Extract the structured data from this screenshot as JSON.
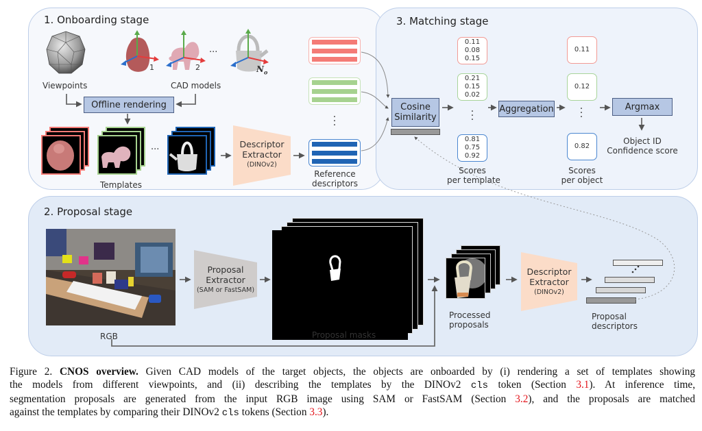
{
  "stages": {
    "onboarding": {
      "title": "1. Onboarding stage",
      "viewpoints_label": "Viewpoints",
      "cad_models_label": "CAD models",
      "cad_indices": [
        "1",
        "2",
        "N"
      ],
      "cad_index_subscript": "o",
      "ellipsis": "···",
      "offline_rendering": "Offline rendering",
      "templates_label": "Templates",
      "descriptor_extractor": {
        "line1": "Descriptor",
        "line2": "Extractor",
        "sub": "(DINOv2)"
      },
      "reference_descriptors": {
        "line1": "Reference",
        "line2": "descriptors"
      }
    },
    "matching": {
      "title": "3. Matching stage",
      "cosine_similarity": {
        "line1": "Cosine",
        "line2": "Similarity"
      },
      "scores_per_template": {
        "label_line1": "Scores",
        "label_line2": "per template",
        "groups": [
          {
            "color": "#f29a94",
            "values": [
              "0.11",
              "0.08",
              "0.15"
            ]
          },
          {
            "color": "#a8d49a",
            "values": [
              "0.21",
              "0.15",
              "0.02"
            ]
          },
          {
            "color": "#4a86d0",
            "values": [
              "0.81",
              "0.75",
              "0.92"
            ]
          }
        ]
      },
      "aggregation": "Aggregation",
      "scores_per_object": {
        "label_line1": "Scores",
        "label_line2": "per object",
        "groups": [
          {
            "color": "#f29a94",
            "value": "0.11"
          },
          {
            "color": "#a8d49a",
            "value": "0.12"
          },
          {
            "color": "#4a86d0",
            "value": "0.82"
          }
        ]
      },
      "argmax": "Argmax",
      "output": {
        "line1": "Object ID",
        "line2": "Confidence score"
      }
    },
    "proposal": {
      "title": "2. Proposal stage",
      "rgb_label": "RGB",
      "proposal_extractor": {
        "line1": "Proposal",
        "line2": "Extractor",
        "sub": "(SAM or FastSAM)"
      },
      "proposal_masks_label": "Proposal masks",
      "processed_proposals": {
        "line1": "Processed",
        "line2": "proposals"
      },
      "descriptor_extractor": {
        "line1": "Descriptor",
        "line2": "Extractor",
        "sub": "(DINOv2)"
      },
      "proposal_descriptors": {
        "line1": "Proposal",
        "line2": "descriptors"
      }
    }
  },
  "colors": {
    "red_object": "#f47b76",
    "green_object": "#a6d28f",
    "blue_object": "#1f64b4",
    "box_fill": "#b6c7e4",
    "extractor_fill": "#fbdcc8",
    "proposal_extractor_fill": "#cfcccb",
    "reference_link": "#e3141b"
  },
  "caption": {
    "figure_label": "Figure 2.",
    "bold_title": "CNOS overview.",
    "line1_rest": "Given CAD models of the target objects, the objects are onboarded by (i) rendering a set of templates showing",
    "line2_a": "the models from different viewpoints, and (ii) describing the templates by the DINOv2",
    "line2_code": "cls",
    "line2_b": "token (Section",
    "line2_ref": "3.1",
    "line2_c": ").  At inference time,",
    "line3_a": "segmentation proposals are generated from the input RGB image using SAM or FastSAM (Section",
    "line3_ref": "3.2",
    "line3_b": "), and the proposals are matched",
    "line4_a": "against the templates by comparing their DINOv2",
    "line4_code": "cls",
    "line4_b": "tokens (Section",
    "line4_ref": "3.3",
    "line4_c": ")."
  }
}
